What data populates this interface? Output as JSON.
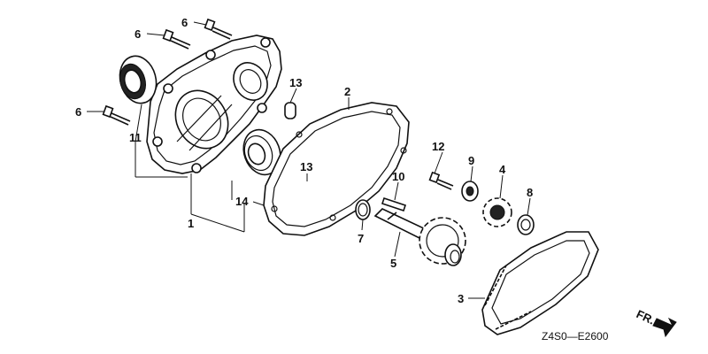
{
  "diagram": {
    "part_labels": {
      "p1": "1",
      "p2": "2",
      "p3": "3",
      "p4": "4",
      "p5": "5",
      "p6a": "6",
      "p6b": "6",
      "p6c": "6",
      "p7": "7",
      "p8": "8",
      "p9": "9",
      "p10": "10",
      "p11": "11",
      "p12": "12",
      "p13a": "13",
      "p13b": "13",
      "p14": "14"
    },
    "drawing_code": "Z4S0—E2600",
    "direction_marker": "FR."
  }
}
